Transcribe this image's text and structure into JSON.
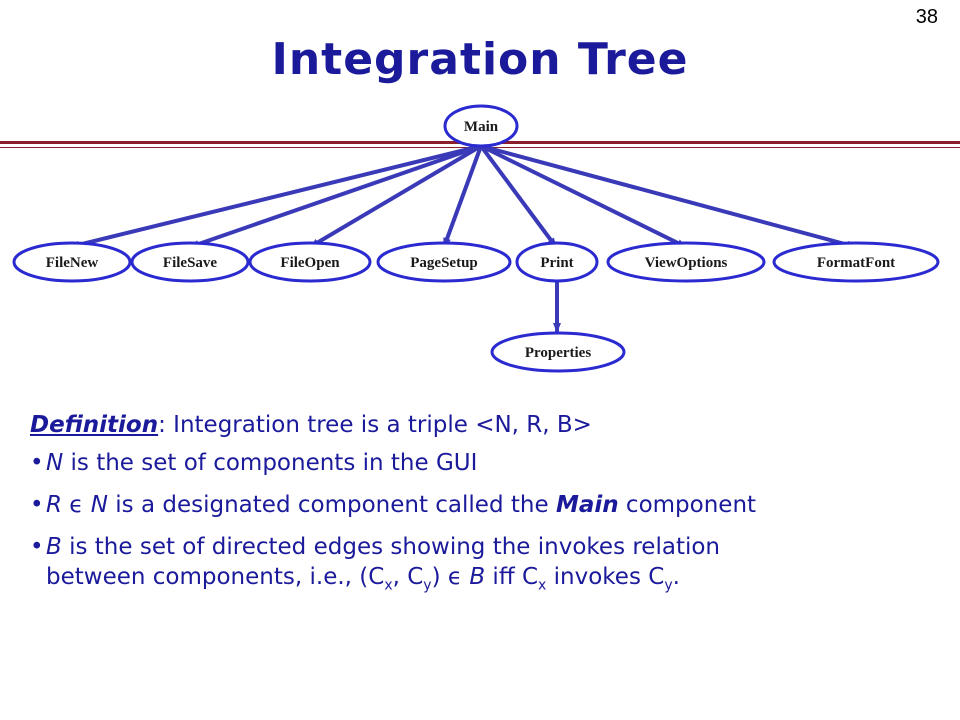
{
  "slide_number": "38",
  "title": "Integration Tree",
  "tree": {
    "root": "Main",
    "children": [
      "FileNew",
      "FileSave",
      "FileOpen",
      "PageSetup",
      "Print",
      "ViewOptions",
      "FormatFont"
    ],
    "print_child": "Properties",
    "colors": {
      "node_border": "#2a2ad0",
      "edge": "#3a3ab8"
    }
  },
  "definition": {
    "term": "Definition",
    "colon": ":",
    "text": " Integration tree is a triple <N, R, B>"
  },
  "bullets": {
    "b1": {
      "n": "N",
      "rest": " is the set of components in the GUI"
    },
    "b2": {
      "r": "R",
      "mid": " ϵ ",
      "n": "N",
      "rest": " is a designated component called the ",
      "main": "Main",
      "end": " component"
    },
    "b3": {
      "b": "B",
      "line1": " is the set of directed edges showing the invokes relation",
      "line2_pre": "between components, i.e., (C",
      "x1": "x",
      "comma": ", C",
      "y1": "y",
      "mid": ") ϵ ",
      "bb": "B",
      "iff": " iff C",
      "x2": "x",
      "invokes": " invokes C",
      "y2": "y",
      "end": "."
    },
    "dot": "•"
  }
}
